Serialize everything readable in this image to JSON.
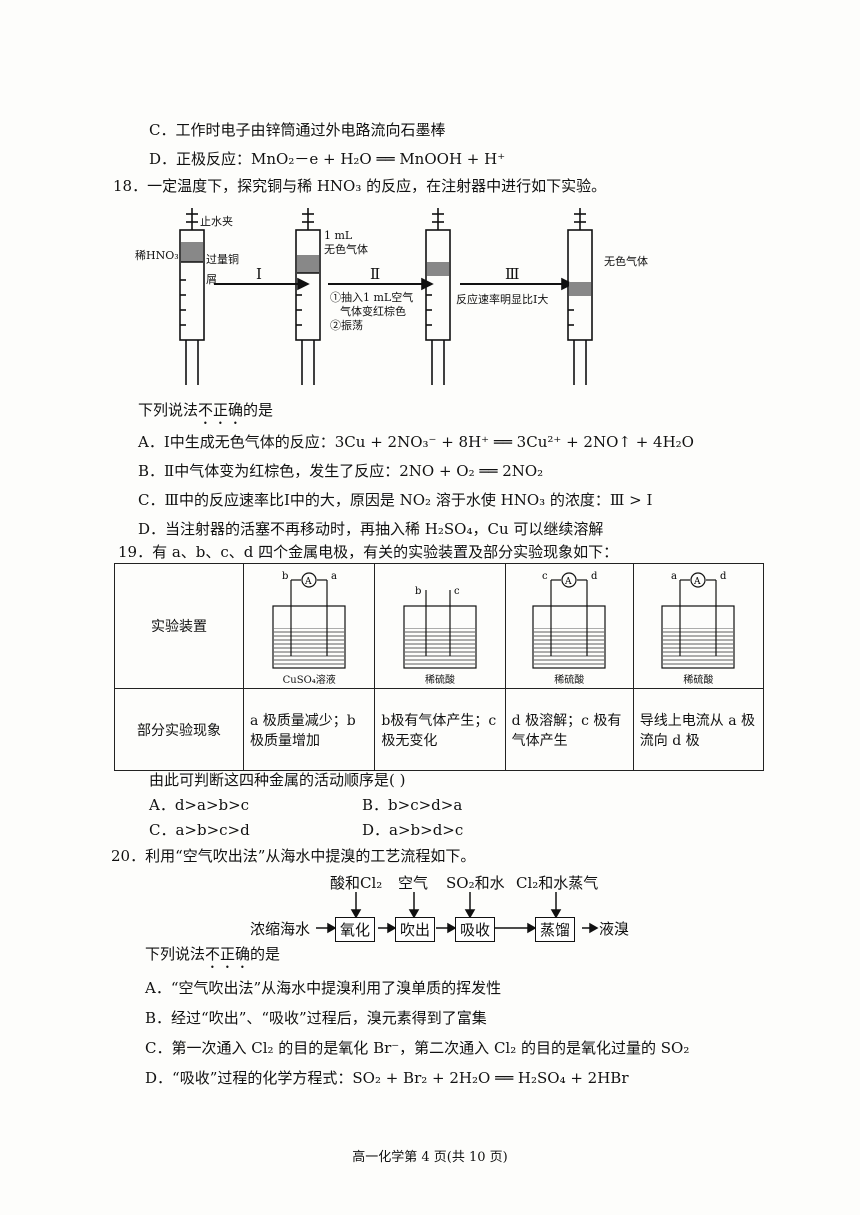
{
  "q17": {
    "C": "C．工作时电子由锌筒通过外电路流向石墨棒",
    "D": "D．正极反应：MnO₂－e + H₂O ══ MnOOH + H⁺"
  },
  "q18": {
    "stem": "18．一定温度下，探究铜与稀 HNO₃ 的反应，在注射器中进行如下实验。",
    "labels": {
      "stopcock": "止水夹",
      "dilute_hno3": "稀HNO₃",
      "excess_cu": "过量铜屑",
      "step1": "Ⅰ",
      "one_ml": "1 mL",
      "colorless_gas": "无色气体",
      "step2": "Ⅱ",
      "step2_note1": "①抽入1 mL空气",
      "step2_note2": "气体变红棕色",
      "step2_note3": "②振荡",
      "step3": "Ⅲ",
      "step3_note": "反应速率明显比Ⅰ大",
      "colorless_gas2": "无色气体"
    },
    "prompt_pre": "下列说法",
    "prompt_dot": "不正确",
    "prompt_post": "的是",
    "options": [
      "A．Ⅰ中生成无色气体的反应：3Cu + 2NO₃⁻ + 8H⁺ ══ 3Cu²⁺ + 2NO↑ + 4H₂O",
      "B．Ⅱ中气体变为红棕色，发生了反应：2NO + O₂ ══ 2NO₂",
      "C．Ⅲ中的反应速率比Ⅰ中的大，原因是 NO₂ 溶于水使 HNO₃ 的浓度：Ⅲ > Ⅰ",
      "D．当注射器的活塞不再移动时，再抽入稀 H₂SO₄，Cu 可以继续溶解"
    ]
  },
  "q19": {
    "stem": "19．有 a、b、c、d 四个金属电极，有关的实验装置及部分实验现象如下：",
    "row1_label": "实验装置",
    "row2_label": "部分实验现象",
    "setups": [
      {
        "left": "b",
        "right": "a",
        "meter": "A",
        "solution": "CuSO₄溶液"
      },
      {
        "left": "b",
        "right": "c",
        "meter": "",
        "solution": "稀硫酸"
      },
      {
        "left": "c",
        "right": "d",
        "meter": "A",
        "solution": "稀硫酸"
      },
      {
        "left": "a",
        "right": "d",
        "meter": "A",
        "solution": "稀硫酸"
      }
    ],
    "phenomena": [
      "a 极质量减少；b 极质量增加",
      "b极有气体产生；c 极无变化",
      "d 极溶解；c 极有气体产生",
      "导线上电流从 a 极流向 d 极"
    ],
    "question": "由此可判断这四种金属的活动顺序是(      )",
    "options": [
      "A．d>a>b>c",
      "B．b>c>d>a",
      "C．a>b>c>d",
      "D．a>b>d>c"
    ]
  },
  "q20": {
    "stem": "20．利用“空气吹出法”从海水中提溴的工艺流程如下。",
    "flow": {
      "start": "浓缩海水",
      "steps": [
        "氧化",
        "吹出",
        "吸收",
        "蒸馏"
      ],
      "inputs": [
        "酸和Cl₂",
        "空气",
        "SO₂和水",
        "Cl₂和水蒸气"
      ],
      "end": "液溴"
    },
    "prompt_pre": "下列说法",
    "prompt_dot": "不正确",
    "prompt_post": "的是",
    "options": [
      "A．“空气吹出法”从海水中提溴利用了溴单质的挥发性",
      "B．经过“吹出”、“吸收”过程后，溴元素得到了富集",
      "C．第一次通入 Cl₂ 的目的是氧化 Br⁻，第二次通入 Cl₂ 的目的是氧化过量的 SO₂",
      "D．“吸收”过程的化学方程式：SO₂ + Br₂ + 2H₂O ══ H₂SO₄ + 2HBr"
    ]
  },
  "footer": "高一化学第 4 页(共 10 页)"
}
